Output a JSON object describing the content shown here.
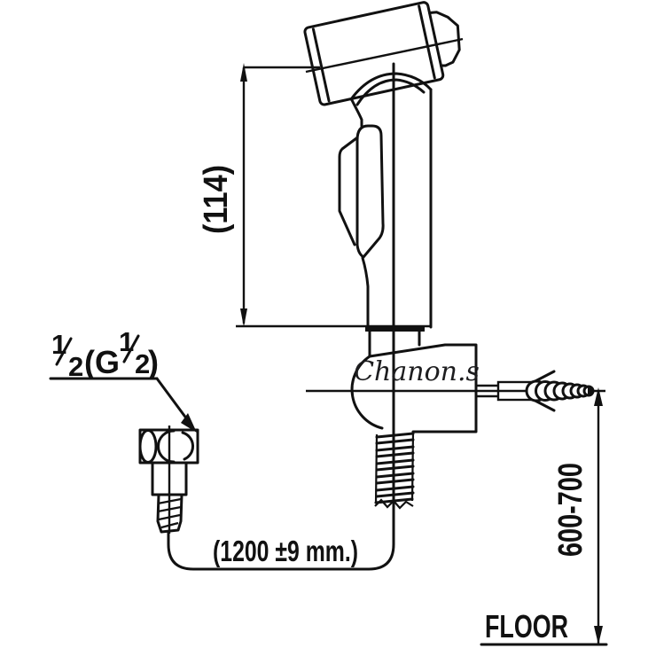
{
  "colors": {
    "ink": "#111111",
    "watermark": "#1d1d1f",
    "background": "#ffffff"
  },
  "labels": {
    "head_height": "(114)",
    "thread": {
      "full": "½(G½)",
      "num1": "1",
      "den1": "2",
      "mid": "(G",
      "num2": "1",
      "den2": "2",
      "close": ")"
    },
    "watermark": "Chanon.s",
    "hose_length": "(1200 ±9 mm.)",
    "install_height": "600-700",
    "floor": "FLOOR"
  }
}
